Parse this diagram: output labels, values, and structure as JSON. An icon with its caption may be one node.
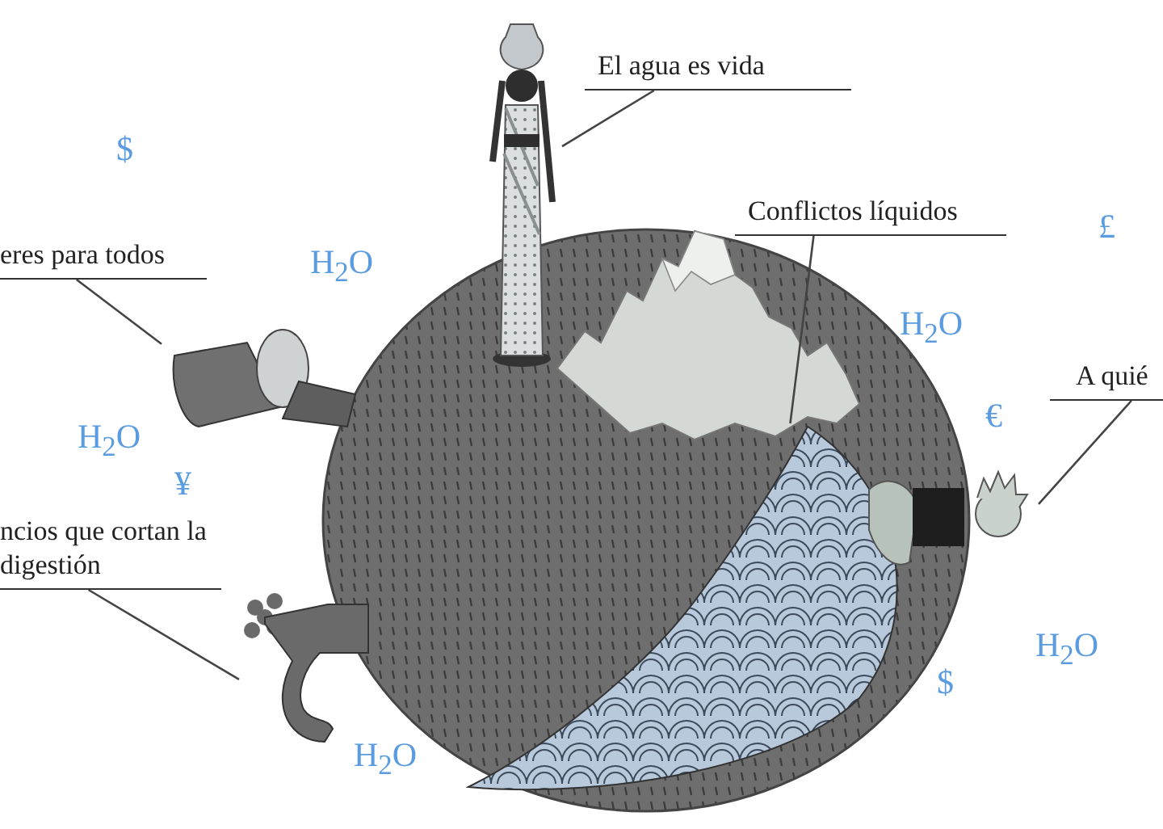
{
  "diagram": {
    "nodes": [
      {
        "text": [
          "El agua es vida"
        ]
      },
      {
        "text": [],
        "shape": "picture"
      },
      {
        "text": [
          "Conflictos líquidos"
        ]
      },
      {
        "text": [],
        "shape": "picture"
      },
      {
        "text": [
          "A quié"
        ]
      },
      {
        "text": [],
        "shape": "picture"
      },
      {
        "text": [
          "eres para todos"
        ]
      },
      {
        "text": [],
        "shape": "picture"
      },
      {
        "text": [
          "ncios que cortan la digestión"
        ]
      },
      {
        "text": [],
        "shape": "picture"
      }
    ],
    "edges": [
      {
        "from": 0,
        "to": 1,
        "arrow": "none"
      },
      {
        "from": 2,
        "to": 3,
        "arrow": "none"
      },
      {
        "from": 4,
        "to": 5,
        "arrow": "none"
      },
      {
        "from": 6,
        "to": 7,
        "arrow": "none"
      },
      {
        "from": 8,
        "to": 9,
        "arrow": "none"
      }
    ],
    "labels": [
      "$",
      "£",
      "H$_{2}$O",
      "H$_{2}$O",
      "€",
      "H$_{2}$O",
      "¥",
      "H$_{2}$O",
      "$",
      "H$_{2}$O"
    ]
  }
}
